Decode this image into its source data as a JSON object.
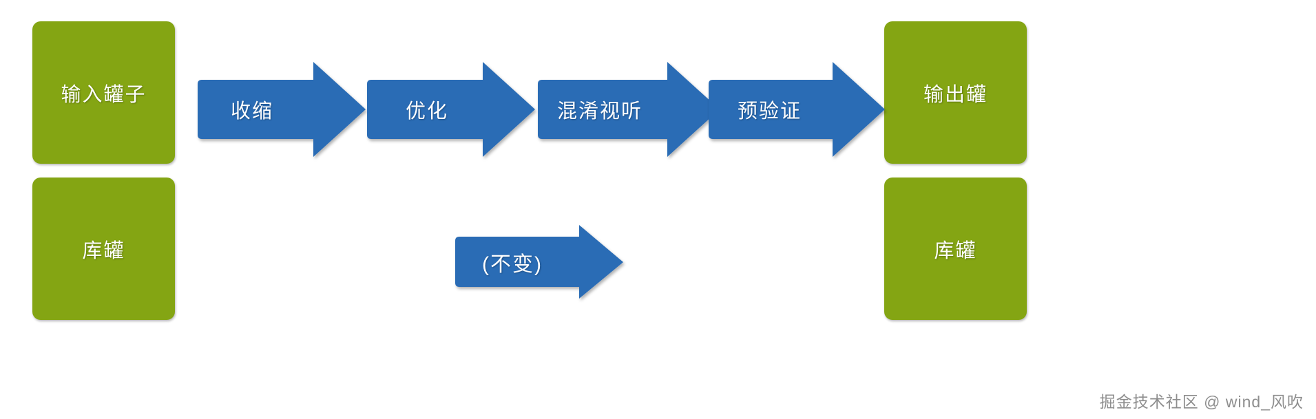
{
  "diagram": {
    "title": "APK build pipeline tanks and transform steps",
    "background_color": "#ffffff",
    "box_color": "#84a513",
    "arrow_color": "#2b6cb5",
    "label_color": "#ffffff"
  },
  "boxes": [
    {
      "id": "input-tank",
      "label": "输入罐子",
      "row": "top",
      "side": "left"
    },
    {
      "id": "store-left",
      "label": "库罐",
      "row": "bottom",
      "side": "left"
    },
    {
      "id": "output-tank",
      "label": "输出罐",
      "row": "top",
      "side": "right"
    },
    {
      "id": "store-right",
      "label": "库罐",
      "row": "bottom",
      "side": "right"
    }
  ],
  "arrows": [
    {
      "id": "shrink",
      "label": "收缩",
      "step": 1,
      "row": "top"
    },
    {
      "id": "optimize",
      "label": "优化",
      "step": 2,
      "row": "top"
    },
    {
      "id": "obfuscate",
      "label": "混淆视听",
      "step": 3,
      "row": "top"
    },
    {
      "id": "prevalid",
      "label": "预验证",
      "step": 4,
      "row": "top"
    },
    {
      "id": "unchanged",
      "label": "(不变)",
      "step": 1,
      "row": "bottom"
    }
  ],
  "watermark": {
    "text": "掘金技术社区 @ wind_风吹"
  }
}
